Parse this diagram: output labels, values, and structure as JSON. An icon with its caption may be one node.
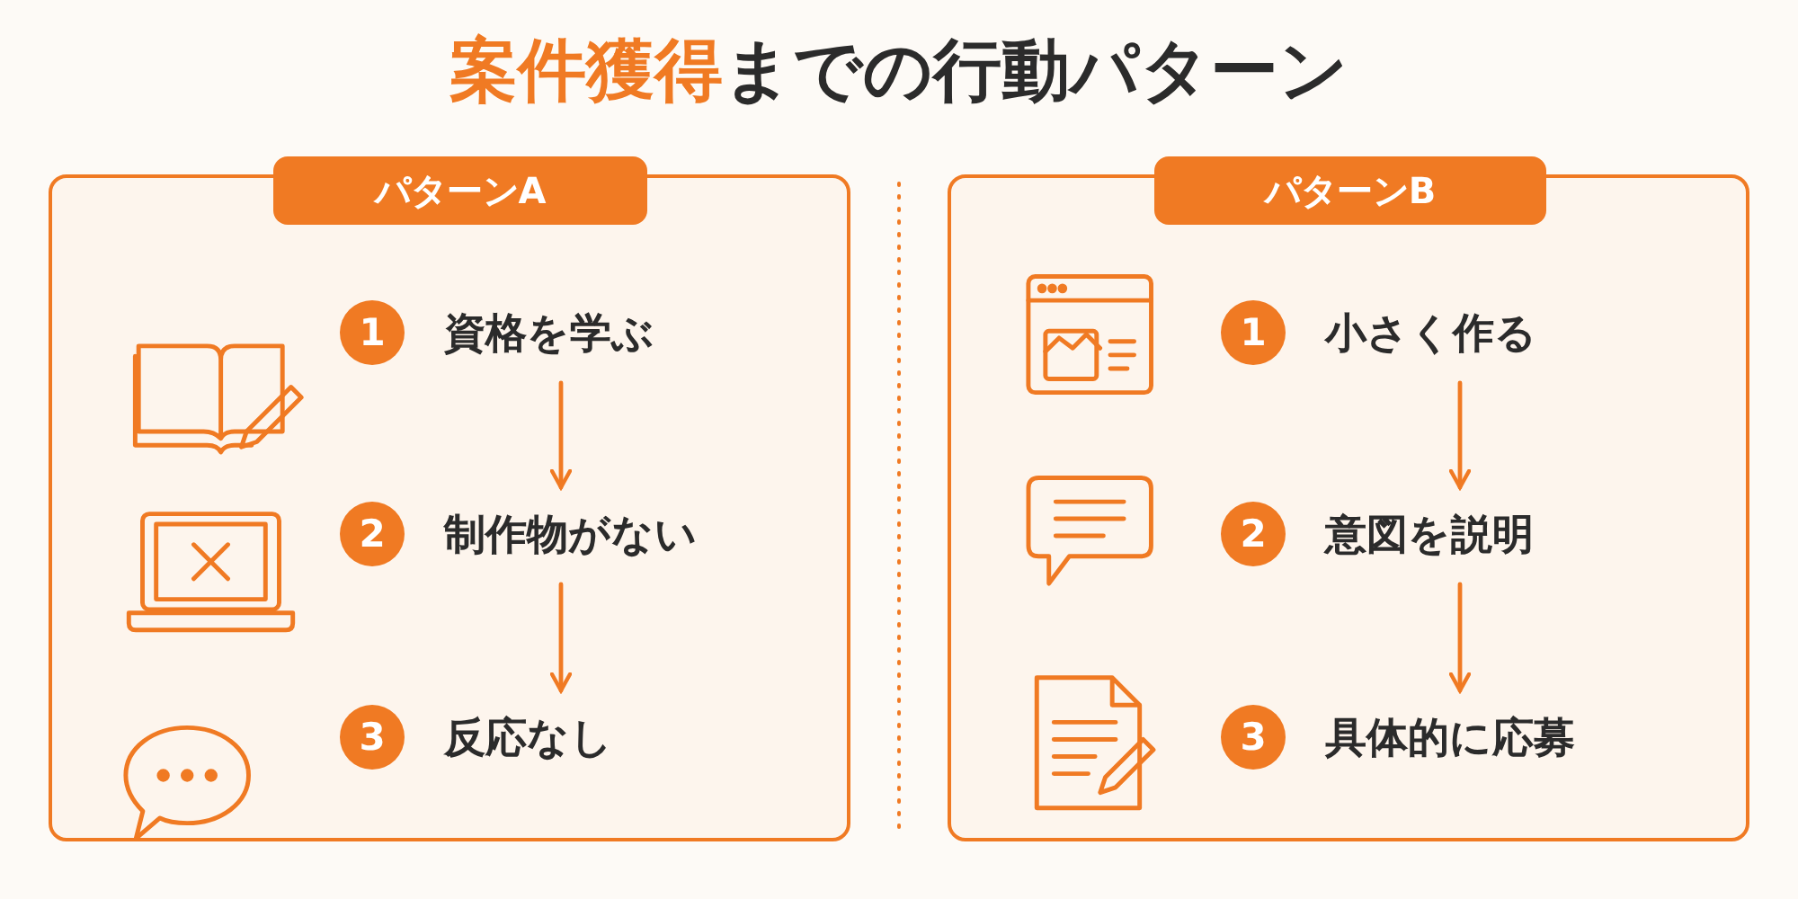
{
  "diagram": {
    "title": "**案件獲得**までの行動パターン",
    "nodes": [
      {
        "text": [
          "パターンA"
        ]
      },
      {
        "text": [
          "1",
          "資格を学ぶ"
        ],
        "in": 0
      },
      {
        "text": [
          "2",
          "制作物がない"
        ],
        "in": 0
      },
      {
        "text": [
          "3",
          "反応なし"
        ],
        "in": 0
      },
      {
        "text": [
          "パターンB"
        ]
      },
      {
        "text": [
          "1",
          "小さく作る"
        ],
        "in": 4
      },
      {
        "text": [
          "2",
          "意図を説明"
        ],
        "in": 4
      },
      {
        "text": [
          "3",
          "具体的に応募"
        ],
        "in": 4
      }
    ],
    "edges": [
      {
        "from": 1,
        "to": 2,
        "arrow": "to"
      },
      {
        "from": 2,
        "to": 3,
        "arrow": "to"
      },
      {
        "from": 5,
        "to": 6,
        "arrow": "to"
      },
      {
        "from": 6,
        "to": 7,
        "arrow": "to"
      }
    ]
  }
}
